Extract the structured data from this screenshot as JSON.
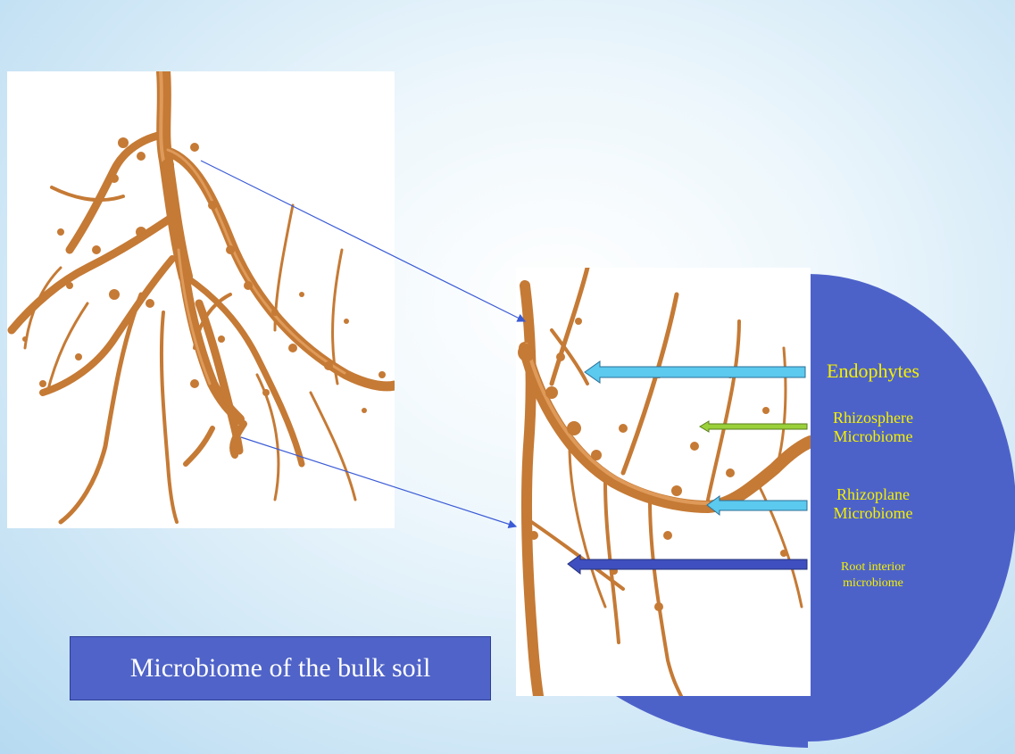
{
  "labels": {
    "endophytes": "Endophytes",
    "rhizosphere": [
      "Rhizosphere",
      "Microbiome"
    ],
    "rhizoplane": [
      "Rhizoplane",
      "Microbiome"
    ],
    "root_interior": [
      "Root interior",
      "microbiome"
    ]
  },
  "bulk_soil_caption": "Microbiome of the bulk soil",
  "colors": {
    "root": "#c57a35",
    "root_highlight": "#e9a86a",
    "semicircle": "#4d62c9",
    "label_text": "#f4f000",
    "arrow_light_blue": "#5cc9ee",
    "arrow_green": "#9ad03a",
    "arrow_dark_blue": "#3f4fbf",
    "connector_line": "#3b5bd6"
  }
}
